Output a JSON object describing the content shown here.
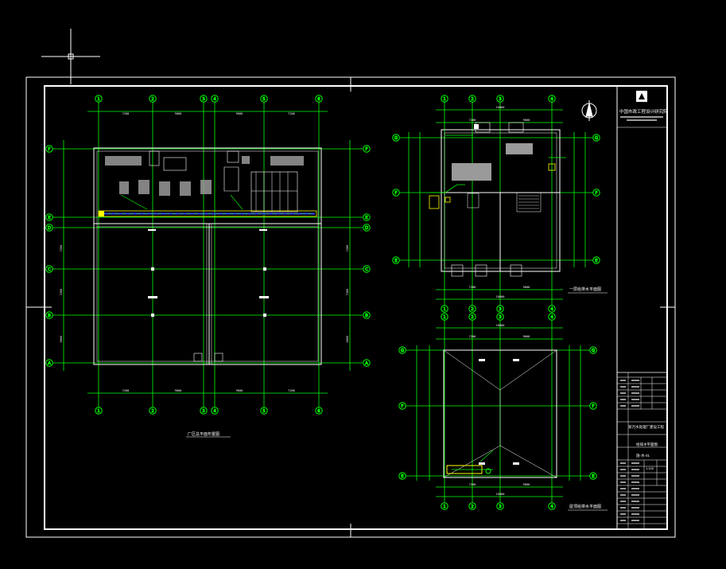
{
  "colors": {
    "background": "#000000",
    "frame": "#ffffff",
    "grid": "#00ff00",
    "wall": "#ffffff",
    "label_text": "#ffffff",
    "highlight": "#ffff00",
    "hatch": "#9a9a9a",
    "pipe": "#3a3aff"
  },
  "icons": {
    "cursor": "crosshair-cursor-icon",
    "north": "north-arrow-icon",
    "logo": "company-logo-icon"
  },
  "plan_left": {
    "top_axes": [
      "1",
      "2",
      "3",
      "4",
      "5",
      "6"
    ],
    "side_axes": [
      "F",
      "E",
      "D",
      "C",
      "B",
      "A"
    ],
    "dim_top": [
      "7200",
      "9600",
      "9600",
      "7200"
    ],
    "dim_side": [
      "7200",
      "7200",
      "6000"
    ],
    "caption": "厂区总平面布置图"
  },
  "plan_right_top": {
    "top_axes": [
      "1",
      "2",
      "3",
      "4"
    ],
    "side_axes": [
      "G",
      "F",
      "E"
    ],
    "dim_top": [
      "7200",
      "9600"
    ],
    "dim_total": "16800",
    "caption": "一层给排水平面图"
  },
  "plan_right_bottom": {
    "top_axes": [
      "1",
      "2",
      "3",
      "4"
    ],
    "side_axes": [
      "G",
      "F",
      "E"
    ],
    "dim_top": [
      "7200",
      "9600"
    ],
    "dim_total": "16800",
    "caption": "屋顶给排水平面图"
  },
  "title_block": {
    "company": "中国市政工程设计研究院",
    "project": "某污水处理厂建设工程",
    "drawing": "给排水平面图",
    "number": "施-水-01",
    "scale": "1:100"
  }
}
